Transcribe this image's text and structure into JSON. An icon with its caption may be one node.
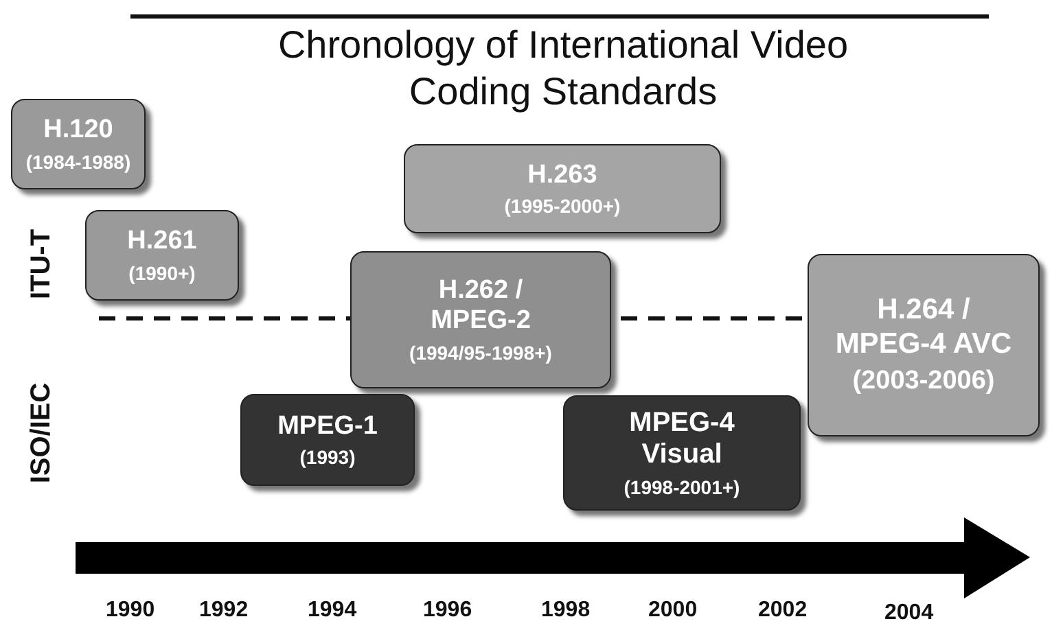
{
  "diagram": {
    "title": "Chronology of International Video Coding Standards",
    "nodes": [
      {
        "text": [
          "H.120",
          "(1984-1988)"
        ]
      },
      {
        "text": [
          "H.261",
          "(1990+)"
        ]
      },
      {
        "text": [
          "H.263",
          "(1995-2000+)"
        ]
      },
      {
        "text": [
          "H.262 / MPEG-2",
          "(1994/95-1998+)"
        ]
      },
      {
        "text": [
          "H.264 / MPEG-4 AVC",
          "(2003-2006)"
        ]
      },
      {
        "text": [
          "MPEG-1",
          "(1993)"
        ]
      },
      {
        "text": [
          "MPEG-4 Visual",
          "(1998-2001+)"
        ]
      }
    ],
    "edges": [],
    "labels": [
      "ITU-T",
      "ISO/IEC",
      "1990",
      "1992",
      "1994",
      "1996",
      "1998",
      "2000",
      "2002",
      "2004"
    ]
  }
}
